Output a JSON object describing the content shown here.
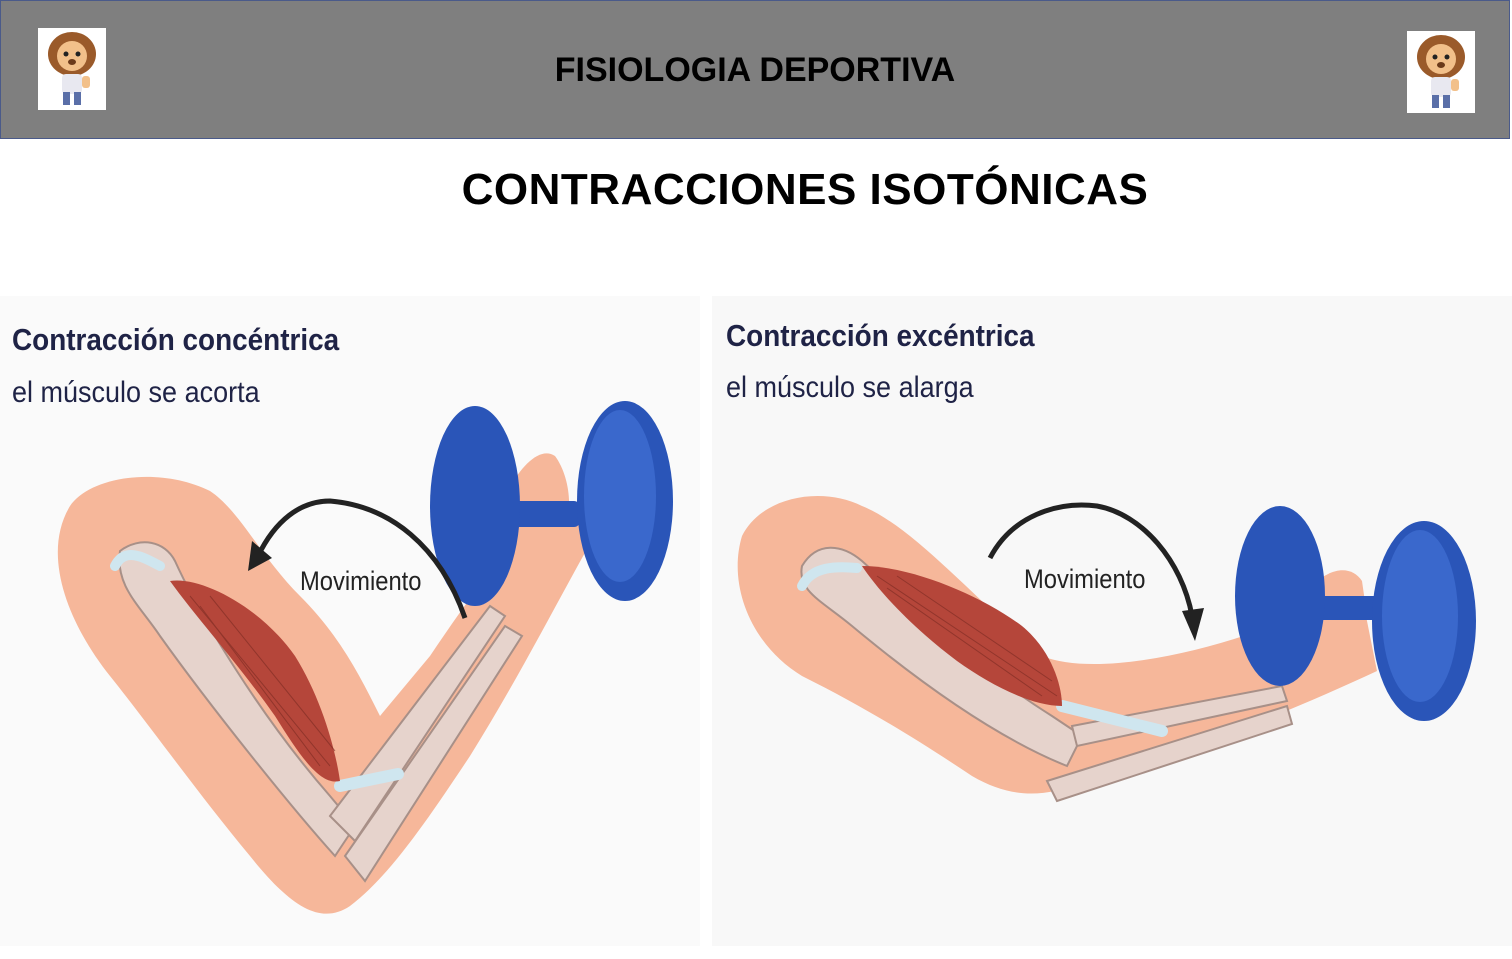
{
  "header": {
    "title": "FISIOLOGIA DEPORTIVA",
    "logo_icon": "lion-mascot-icon"
  },
  "page": {
    "title": "CONTRACCIONES ISOTÓNICAS"
  },
  "panels": [
    {
      "title": "Contracción concéntrica",
      "subtitle": "el músculo se acorta",
      "movement_label": "Movimiento"
    },
    {
      "title": "Contracción excéntrica",
      "subtitle": "el músculo se alarga",
      "movement_label": "Movimiento"
    }
  ],
  "colors": {
    "header_bg": "#7f7f7f",
    "skin": "#f6b79a",
    "bone": "#e6d3cc",
    "muscle": "#b5463a",
    "tendon": "#cfe6ef",
    "dumbbell": "#2a55b8",
    "arrow": "#222222"
  }
}
